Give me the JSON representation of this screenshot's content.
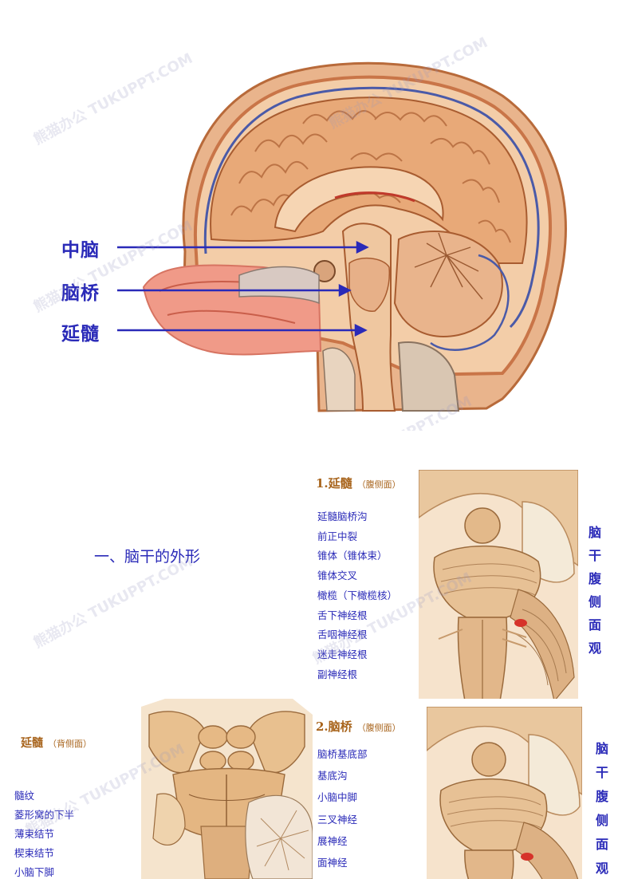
{
  "slide1": {
    "labels": [
      "中脑",
      "脑桥",
      "延髓"
    ]
  },
  "slide2": {
    "heading": "一、脑干的外形",
    "section_number": "1.",
    "section_title": "延髓",
    "section_sub": "（腹侧面）",
    "items": [
      "延髓脑桥沟",
      "前正中裂",
      "锥体（锥体束）",
      "锥体交叉",
      "橄榄（下橄榄核）",
      "舌下神经根",
      "舌咽神经根",
      "迷走神经根",
      "副神经根"
    ],
    "vertical_caption": [
      "脑",
      "干",
      "腹",
      "侧",
      "面",
      "观"
    ]
  },
  "slide3": {
    "left_title": "延髓",
    "left_sub": "（背侧面）",
    "left_items": [
      "髓纹",
      "菱形窝的下半",
      "薄束结节",
      "楔束结节",
      "小脑下脚"
    ],
    "section_number": "2.",
    "section_title": "脑桥",
    "section_sub": "（腹侧面）",
    "items": [
      "脑桥基底部",
      "基底沟",
      "小脑中脚",
      "三叉神经",
      "展神经",
      "面神经"
    ],
    "vertical_caption": [
      "脑",
      "干",
      "腹",
      "侧",
      "面",
      "观"
    ]
  },
  "watermark": "熊猫办公 TUKUPPT.COM",
  "colors": {
    "label_blue": "#2a2ab8",
    "heading_brown": "#a8641c",
    "tissue": "#e7b88a",
    "membrane": "#c97548"
  }
}
